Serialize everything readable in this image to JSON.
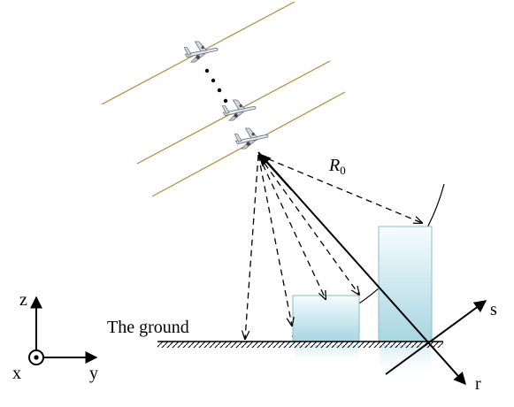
{
  "labels": {
    "range": "R",
    "range_sub": "0",
    "ground": "The ground",
    "axis_z": "z",
    "axis_x": "x",
    "axis_y": "y",
    "axis_s": "s",
    "axis_r": "r"
  },
  "colors": {
    "flight_track": "#b08a3c",
    "building_top": "#eaf6f9",
    "building_bottom": "#a8d4e0",
    "building_stroke": "#7fb3c4",
    "ink": "#000000"
  },
  "icons": {
    "aircraft": "airplane-icon",
    "origin": "axis-origin-dot-icon"
  }
}
